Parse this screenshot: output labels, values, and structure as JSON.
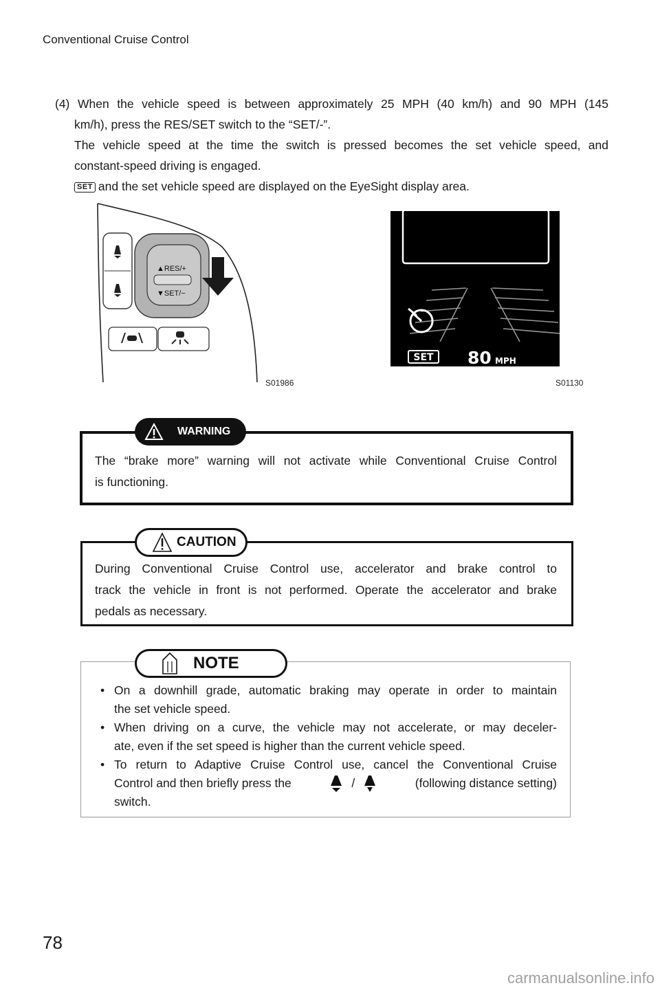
{
  "header": {
    "title": "Conventional Cruise Control"
  },
  "step": {
    "lines": [
      "(4) When the vehicle speed is between approximately 25 MPH (40 km/h) and 90 MPH (145",
      "km/h), press the RES/SET switch to the “SET/-”.",
      "The vehicle speed at the time the switch is pressed becomes the set vehicle speed, and",
      "constant-speed driving is engaged."
    ],
    "set_icon": "SET",
    "last_line": "and the set vehicle speed are displayed on the EyeSight display area."
  },
  "figures": {
    "steering_switch": {
      "code": "S01986",
      "res_label": "▲RES/+",
      "set_label": "▼SET/−"
    },
    "eyesight_display": {
      "code": "S01130",
      "set_badge": "SET",
      "speed": "80",
      "unit": "MPH"
    }
  },
  "warning": {
    "label": "WARNING",
    "lines": [
      "The “brake more” warning will not activate while Conventional Cruise Control",
      "is functioning."
    ]
  },
  "caution": {
    "label": "CAUTION",
    "lines": [
      "During Conventional Cruise Control use, accelerator and brake control to",
      "track the vehicle in front is not performed. Operate the accelerator and brake",
      "pedals as necessary."
    ]
  },
  "note": {
    "label": "NOTE",
    "bullet_char": "•",
    "items": [
      {
        "l1": "On a downhill grade, automatic braking may operate in order to maintain",
        "l2": "the set vehicle speed."
      },
      {
        "l1": "When driving on a curve, the vehicle may not accelerate, or may deceler-",
        "l2": "ate, even if the set speed is higher than the current vehicle speed."
      },
      {
        "l1": "To return to Adaptive Cruise Control use, cancel the Conventional Cruise",
        "l2a": "Control and then briefly press the",
        "l2sep": "/",
        "l2b": "(following distance setting)",
        "l3": "switch."
      }
    ]
  },
  "page_number": "78",
  "watermark": "carmanualsonline.info"
}
